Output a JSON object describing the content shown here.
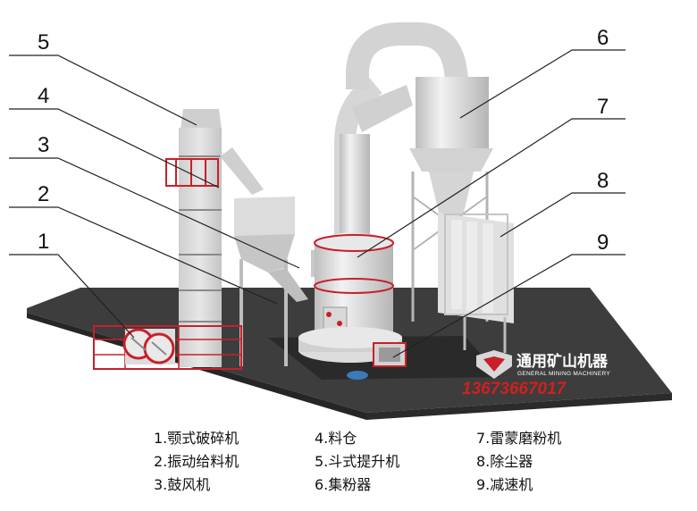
{
  "callouts": [
    "1",
    "2",
    "3",
    "4",
    "5",
    "6",
    "7",
    "8",
    "9"
  ],
  "brand": {
    "name_cn": "通用矿山机器",
    "name_en": "GENERAL MINING MACHINERY",
    "phone": "13673667017",
    "logo_icon": "shield-logo-icon"
  },
  "legend": {
    "column1": [
      "1.颚式破碎机",
      "2.振动给料机",
      "3.鼓风机"
    ],
    "column2": [
      "4.料仓",
      "5.斗式提升机",
      "6.集粉器"
    ],
    "column3": [
      "7.雷蒙磨粉机",
      "8.除尘器",
      "9.减速机"
    ]
  },
  "colors": {
    "equipment": "#d9d9d9",
    "accent_red": "#c8202a",
    "platform": "#3a3a3a"
  }
}
